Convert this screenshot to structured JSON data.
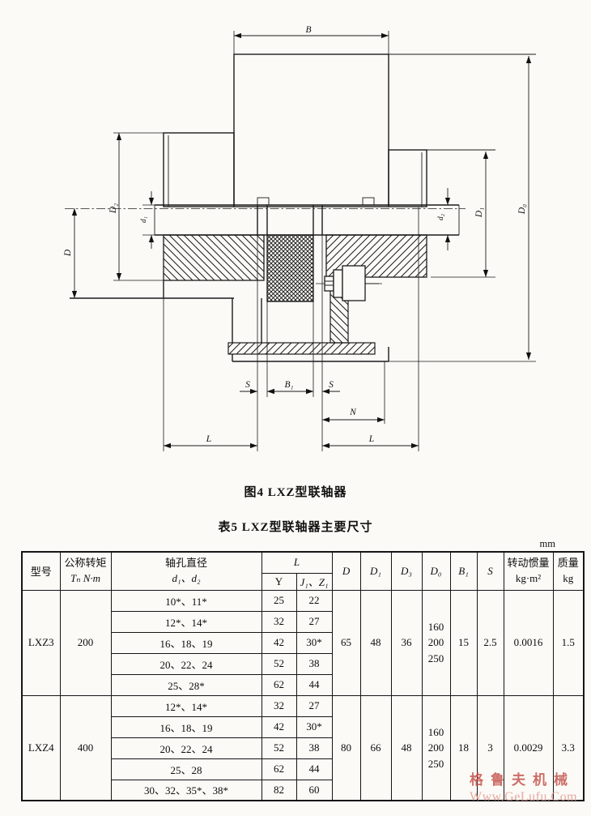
{
  "figure": {
    "caption": "图4  LXZ型联轴器",
    "dim_labels": {
      "B": "B",
      "D2": "D₂",
      "d1": "d₁",
      "D": "D",
      "d2": "d₂",
      "D1": "D₁",
      "D0": "D₀",
      "S_left": "S",
      "B1": "B₁",
      "S_right": "S",
      "N": "N",
      "L_left": "L",
      "L_right": "L"
    }
  },
  "table": {
    "caption": "表5  LXZ型联轴器主要尺寸",
    "unit": "mm",
    "headers": {
      "model": "型号",
      "torque_line1": "公称转矩",
      "torque_line2": "Tₙ  N·m",
      "bore_line1": "轴孔直径",
      "bore_line2": "d₁、d₂",
      "L": "L",
      "Y": "Y",
      "J1Z1": "J₁、Z₁",
      "D": "D",
      "D1": "D₁",
      "D3": "D₃",
      "D0": "D₀",
      "B1": "B₁",
      "S": "S",
      "inertia_line1": "转动惯量",
      "inertia_line2": "kg·m²",
      "mass_line1": "质量",
      "mass_line2": "kg"
    },
    "groups": [
      {
        "model": "LXZ3",
        "torque": "200",
        "rows": [
          {
            "bore": "10*、11*",
            "Y": "25",
            "J": "22"
          },
          {
            "bore": "12*、14*",
            "Y": "32",
            "J": "27"
          },
          {
            "bore": "16、18、19",
            "Y": "42",
            "J": "30*"
          },
          {
            "bore": "20、22、24",
            "Y": "52",
            "J": "38"
          },
          {
            "bore": "25、28*",
            "Y": "62",
            "J": "44"
          }
        ],
        "D": "65",
        "D1": "48",
        "D3": "36",
        "D0": [
          "160",
          "200",
          "250"
        ],
        "B1": "15",
        "S": "2.5",
        "inertia": "0.0016",
        "mass": "1.5"
      },
      {
        "model": "LXZ4",
        "torque": "400",
        "rows": [
          {
            "bore": "12*、14*",
            "Y": "32",
            "J": "27"
          },
          {
            "bore": "16、18、19",
            "Y": "42",
            "J": "30*"
          },
          {
            "bore": "20、22、24",
            "Y": "52",
            "J": "38"
          },
          {
            "bore": "25、28",
            "Y": "62",
            "J": "44"
          },
          {
            "bore": "30、32、35*、38*",
            "Y": "82",
            "J": "60"
          }
        ],
        "D": "80",
        "D1": "66",
        "D3": "48",
        "D0": [
          "160",
          "200",
          "250"
        ],
        "B1": "18",
        "S": "3",
        "inertia": "0.0029",
        "mass": "3.3"
      }
    ]
  },
  "watermark": {
    "line1": "格鲁夫机械",
    "line2": "Www.GeLufu.Com",
    "color1": "#c24a44",
    "color2": "#e59a94"
  }
}
